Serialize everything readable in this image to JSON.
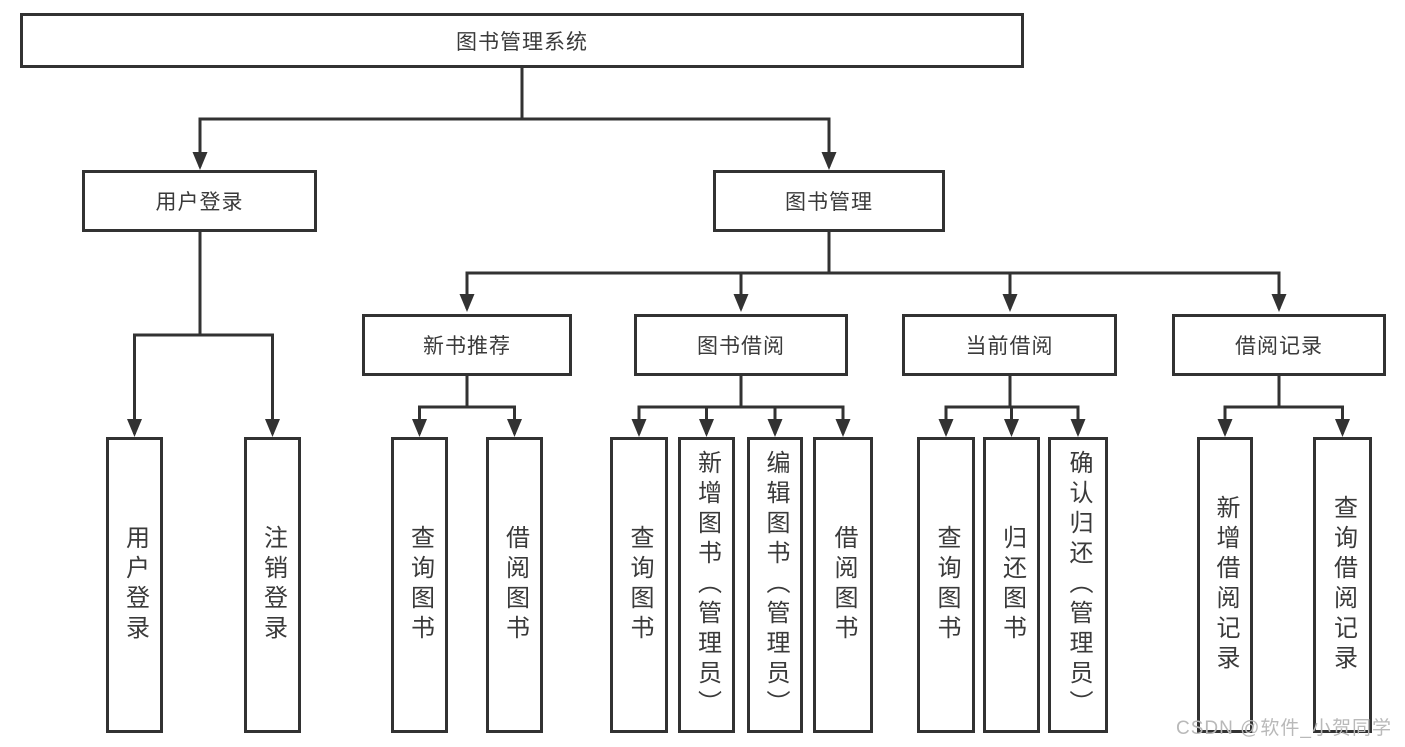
{
  "tree": {
    "label": "图书管理系统",
    "children": [
      {
        "label": "用户登录",
        "children": [
          {
            "label": "用户登录"
          },
          {
            "label": "注销登录"
          }
        ]
      },
      {
        "label": "图书管理",
        "children": [
          {
            "label": "新书推荐",
            "children": [
              {
                "label": "查询图书"
              },
              {
                "label": "借阅图书"
              }
            ]
          },
          {
            "label": "图书借阅",
            "children": [
              {
                "label": "查询图书"
              },
              {
                "label": "新增图书（管理员）"
              },
              {
                "label": "编辑图书（管理员）"
              },
              {
                "label": "借阅图书"
              }
            ]
          },
          {
            "label": "当前借阅",
            "children": [
              {
                "label": "查询图书"
              },
              {
                "label": "归还图书"
              },
              {
                "label": "确认归还（管理员）"
              }
            ]
          },
          {
            "label": "借阅记录",
            "children": [
              {
                "label": "新增借阅记录"
              },
              {
                "label": "查询借阅记录"
              }
            ]
          }
        ]
      }
    ]
  },
  "watermark": {
    "text": "CSDN @软件_小贺同学"
  },
  "colors": {
    "line": "#323232",
    "text": "#3a3a3a",
    "watermark": "#b9b9b9",
    "background": "#ffffff"
  }
}
